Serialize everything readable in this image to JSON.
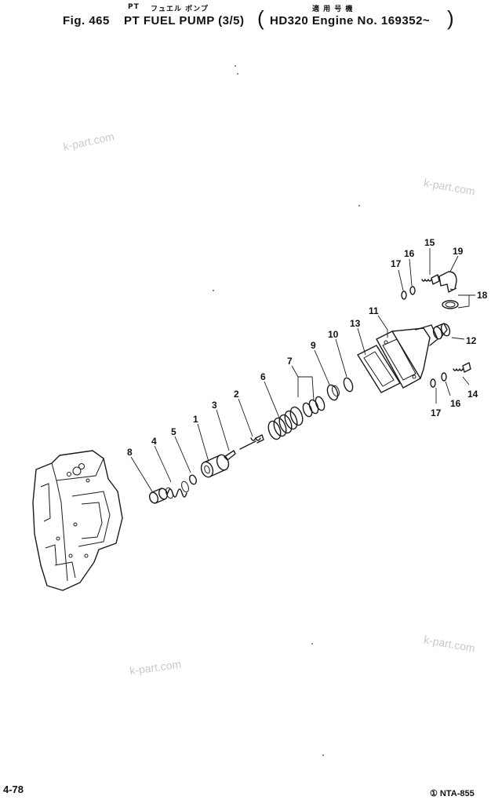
{
  "header": {
    "jp_pt": "PT",
    "jp_name": "フュエル ポンプ",
    "fig_label": "Fig. 465",
    "title": "PT FUEL PUMP (3/5)",
    "jp_applicable": "適 用 号 機",
    "applicability": "HD320 Engine No. 169352~"
  },
  "watermarks": [
    "k-part.com",
    "k-part.com",
    "k-part.com",
    "k-part.com"
  ],
  "footer": {
    "page_number": "4-78",
    "code": "① NTA-855"
  },
  "callouts": [
    "1",
    "2",
    "3",
    "4",
    "5",
    "6",
    "7",
    "8",
    "9",
    "10",
    "11",
    "12",
    "13",
    "14",
    "15",
    "16",
    "17",
    "18",
    "19",
    "16",
    "17"
  ]
}
